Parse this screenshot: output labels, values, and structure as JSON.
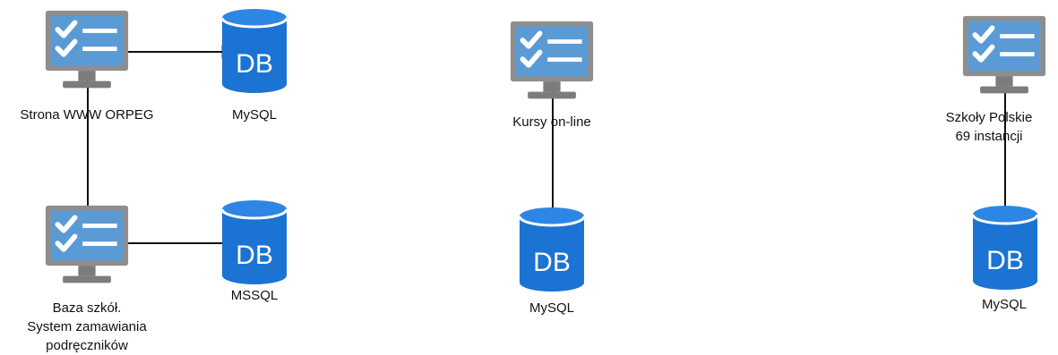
{
  "colors": {
    "monitor_screen": "#5b9bd5",
    "monitor_bezel": "#8e8e8e",
    "monitor_stand": "#7c7c7c",
    "database_fill": "#1b73d3",
    "database_top": "#2e86e4",
    "icon_foreground": "#ffffff",
    "arrow": "#111111",
    "label_text": "#111111"
  },
  "icons": {
    "application": "monitor-checklist-icon",
    "database": "database-cylinder-icon"
  },
  "database_glyph": "DB",
  "nodes": {
    "www_app": {
      "label_lines": [
        "Strona WWW ORPEG"
      ]
    },
    "www_db": {
      "label_lines": [
        "MySQL"
      ]
    },
    "school_app": {
      "label_lines": [
        "Baza szkół.",
        "System zamawiania",
        "podręczników"
      ]
    },
    "school_db": {
      "label_lines": [
        "MSSQL"
      ]
    },
    "courses_app": {
      "label_lines": [
        "Kursy on-line"
      ]
    },
    "courses_db": {
      "label_lines": [
        "MySQL"
      ]
    },
    "polish_app": {
      "label_lines": [
        "Szkoły Polskie",
        "69 instancji"
      ]
    },
    "polish_db": {
      "label_lines": [
        "MySQL"
      ]
    }
  },
  "connections": [
    {
      "from": "www_app",
      "to": "www_db",
      "arrows": "both"
    },
    {
      "from": "www_app",
      "to": "school_app",
      "arrows": "both"
    },
    {
      "from": "school_app",
      "to": "school_db",
      "arrows": "both"
    },
    {
      "from": "courses_app",
      "to": "courses_db",
      "arrows": "both"
    },
    {
      "from": "polish_app",
      "to": "polish_db",
      "arrows": "both"
    }
  ]
}
